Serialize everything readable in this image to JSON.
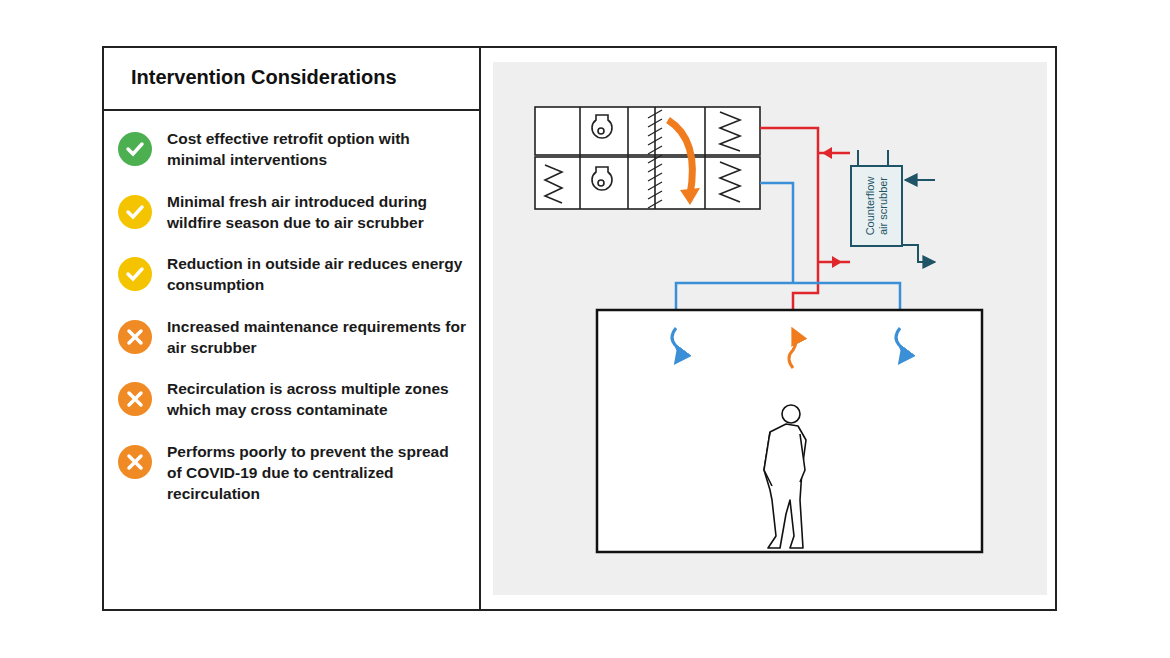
{
  "diagram": {
    "title": "Intervention Considerations",
    "nodes": [
      {
        "text": [
          "Counterflow air scrubber"
        ]
      }
    ],
    "labels": [
      "Cost effective retrofit option with minimal interventions",
      "Minimal fresh air introduced during wildfire season due to air scrubber",
      "Reduction in outside air reduces energy consumption",
      "Increased maintenance requirements for air scrubber",
      "Recirculation is across multiple zones which may cross contaminate",
      "Performs poorly to prevent the spread of COVID-19 due to centralized recirculation"
    ]
  }
}
